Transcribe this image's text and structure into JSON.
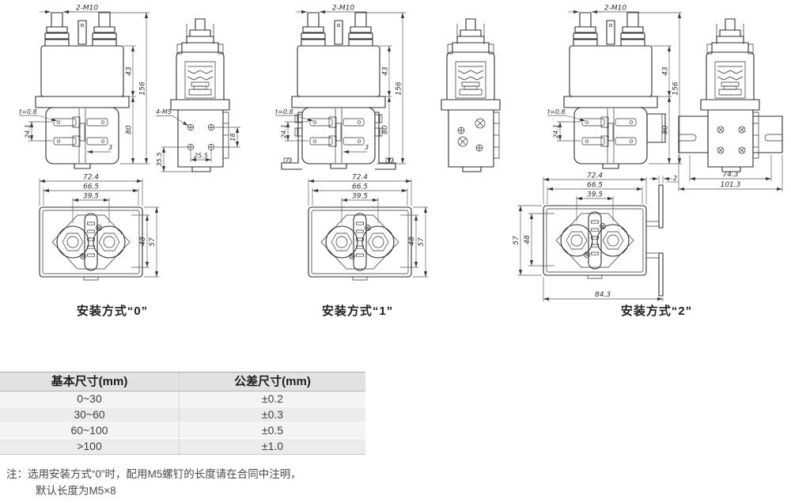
{
  "labels": {
    "style0": "安装方式“0”",
    "style1": "安装方式“1”",
    "style2": "安装方式“2”"
  },
  "g0": {
    "front": {
      "thread": "2-M10",
      "h43": "43",
      "h156": "156",
      "h80": "80",
      "p241": "24.1",
      "t08": "t=0.8",
      "d3": "3"
    },
    "side": {
      "screws": "4-M5",
      "d18": "18",
      "d255": "25.5",
      "d355": "35.5"
    },
    "bottom": {
      "d724": "72.4",
      "d665": "66.5",
      "d395": "39.5",
      "d48": "48",
      "d57": "57"
    }
  },
  "g1": {
    "front": {
      "thread": "2-M10",
      "h43": "43",
      "h156": "156",
      "h80": "80",
      "p241": "24.1",
      "t08": "t=0.8",
      "d3": "3"
    },
    "bottom": {
      "d724": "72.4",
      "d665": "66.5",
      "d395": "39.5",
      "d48": "48",
      "d57": "57"
    }
  },
  "g2": {
    "front": {
      "thread": "2-M10",
      "h43": "43",
      "h156": "156",
      "h80": "80",
      "p241": "24.1",
      "t08": "t=0.8"
    },
    "side": {
      "d743": "74.3",
      "d1013": "101.3"
    },
    "bottom": {
      "d724": "72.4",
      "d665": "66.5",
      "d395": "39.5",
      "d48": "48",
      "d57": "57",
      "d2": "2",
      "d843": "84.3"
    }
  },
  "table": {
    "headers": [
      "基本尺寸(mm)",
      "公差尺寸(mm)"
    ],
    "rows": [
      [
        "0~30",
        "±0.2"
      ],
      [
        "30~60",
        "±0.3"
      ],
      [
        "60~100",
        "±0.5"
      ],
      [
        ">100",
        "±1.0"
      ]
    ]
  },
  "note": {
    "prefix": "注：",
    "line1": "选用安装方式“0”时，配用M5螺钉的长度请在合同中注明，",
    "line2": "默认长度为M5×8"
  }
}
